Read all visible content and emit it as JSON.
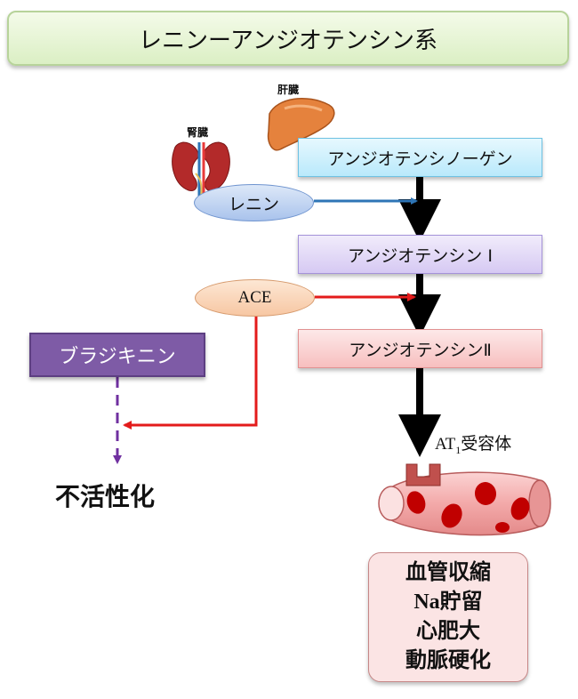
{
  "title": "レニンーアンジオテンシン系",
  "organs": {
    "kidney_label": "腎臓",
    "liver_label": "肝臓"
  },
  "stages": {
    "angiotensinogen": "アンジオテンシノーゲン",
    "angiotensin_1": "アンジオテンシン I",
    "angiotensin_2": "アンジオテンシンⅡ"
  },
  "enzymes": {
    "renin": "レニン",
    "ace": "ACE"
  },
  "bradykinin": "ブラジキニン",
  "inactivation": "不活性化",
  "receptor": {
    "prefix": "AT",
    "subscript": "1",
    "suffix": "受容体"
  },
  "effects": [
    "血管収縮",
    "Na貯留",
    "心肥大",
    "動脈硬化"
  ],
  "colors": {
    "main_arrow": "#000000",
    "renin_arrow": "#2e75b6",
    "ace_arrow": "#e31b1b",
    "bradykinin_path": "#7030a0",
    "vessel": "#f1a3a3",
    "blood_cell": "#c00000"
  }
}
